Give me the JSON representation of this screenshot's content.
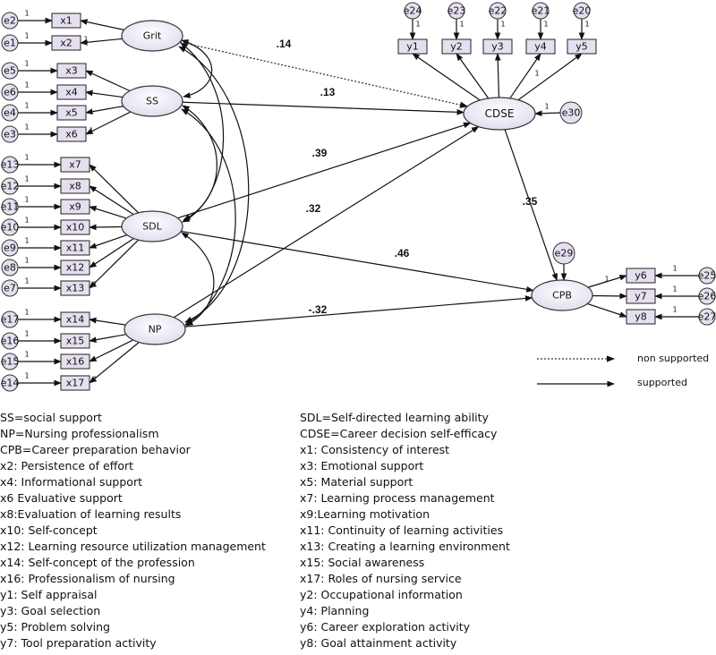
{
  "latent": {
    "grit": "Grit",
    "ss": "SS",
    "sdl": "SDL",
    "np": "NP",
    "cdse": "CDSE",
    "cpb": "CPB"
  },
  "indicators": {
    "grit": [
      "x1",
      "x2"
    ],
    "ss": [
      "x3",
      "x4",
      "x5",
      "x6"
    ],
    "sdl": [
      "x7",
      "x8",
      "x9",
      "x10",
      "x11",
      "x12",
      "x13"
    ],
    "np": [
      "x14",
      "x15",
      "x16",
      "x17"
    ],
    "cdse": [
      "y1",
      "y2",
      "y3",
      "y4",
      "y5"
    ],
    "cpb": [
      "y6",
      "y7",
      "y8"
    ]
  },
  "errors": {
    "grit": [
      "e2",
      "e1"
    ],
    "ss": [
      "e5",
      "e6",
      "e4",
      "e3"
    ],
    "sdl": [
      "e13",
      "e12",
      "e11",
      "e10",
      "e9",
      "e8",
      "e7"
    ],
    "np": [
      "e17",
      "e16",
      "e15",
      "e14"
    ],
    "cdse_items": [
      "e24",
      "e23",
      "e22",
      "e21",
      "e20"
    ],
    "cdse": "e30",
    "cpb": "e29",
    "cpb_items": [
      "e25",
      "e26",
      "e27"
    ]
  },
  "fixed_loading": "1",
  "coefficients": {
    "grit_cdse": ".14",
    "ss_cdse": ".13",
    "sdl_cdse": ".39",
    "np_cdse": ".32",
    "cdse_cpb": ".35",
    "sdl_cpb": ".46",
    "np_cpb": "-.32"
  },
  "legend": {
    "non_supported": "non supported",
    "supported": "supported"
  },
  "notes_left": [
    "SS=social support",
    "NP=Nursing professionalism",
    "CPB=Career preparation behavior",
    "x2: Persistence of effort",
    "x4: Informational support",
    "x6 Evaluative support",
    "x8:Evaluation of learning results",
    "x10: Self-concept",
    "x12: Learning resource utilization management",
    "x14: Self-concept of the profession",
    "x16: Professionalism of nursing",
    "y1: Self appraisal",
    "y3: Goal selection",
    "y5: Problem solving",
    "y7: Tool preparation activity"
  ],
  "notes_right": [
    "SDL=Self-directed learning ability",
    "CDSE=Career decision self-efficacy",
    "x1: Consistency of interest",
    "x3: Emotional support",
    "x5: Material support",
    "x7: Learning process management",
    "x9:Learning motivation",
    "x11: Continuity of learning activities",
    "x13: Creating a learning environment",
    "x15: Social awareness",
    "x17: Roles of nursing service",
    "y2: Occupational information",
    "y4: Planning",
    "y6: Career exploration activity",
    "y8: Goal attainment activity"
  ]
}
